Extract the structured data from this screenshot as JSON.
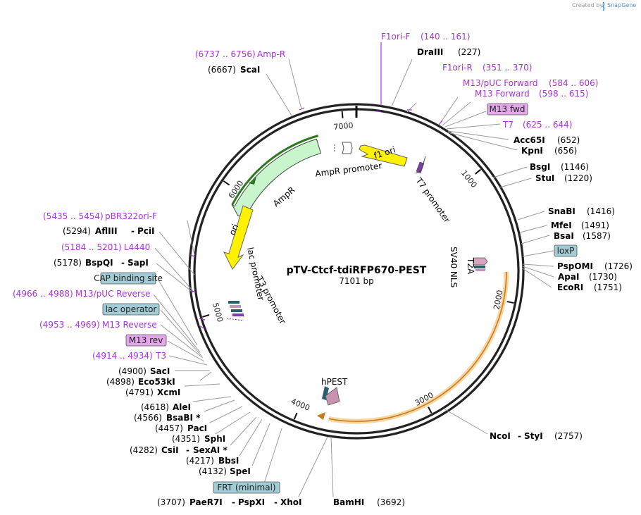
{
  "credit": {
    "prefix": "Created by",
    "brand": "SnapGene"
  },
  "plasmid": {
    "name": "pTV-Ctcf-tdiRFP670-PEST",
    "length": "7101 bp",
    "total_bp": 7101
  },
  "colors": {
    "primer": "#a833d6",
    "backbone": "#222222",
    "ampr": "#c8f5cc",
    "ori": "#fff200",
    "pest": "#c793b1",
    "t2a": "#d7a3c0",
    "nls": "#2a5f73",
    "cds_highlight": "#f7d7a3",
    "box_feature": "#a3cdd6",
    "box_primer": "#e3a8e8"
  },
  "ticks": [
    "1000",
    "2000",
    "3000",
    "4000",
    "5000",
    "6000",
    "7000"
  ],
  "labels": [
    {
      "name": "F1ori-F",
      "range": "(140 .. 161)",
      "kind": "primer"
    },
    {
      "name": "DraIII",
      "pos": "(227)",
      "kind": "enzyme"
    },
    {
      "name": "F1ori-R",
      "range": "(351 .. 370)",
      "kind": "primer"
    },
    {
      "name": "M13/pUC Forward",
      "range": "(584 .. 606)",
      "kind": "primer"
    },
    {
      "name": "M13 Forward",
      "range": "(598 .. 615)",
      "kind": "primer"
    },
    {
      "name": "M13 fwd",
      "kind": "box_primer"
    },
    {
      "name": "T7",
      "range": "(625 .. 644)",
      "kind": "primer"
    },
    {
      "name": "Acc65I",
      "pos": "(652)",
      "kind": "enzyme"
    },
    {
      "name": "KpnI",
      "pos": "(656)",
      "kind": "enzyme"
    },
    {
      "name": "BsgI",
      "pos": "(1146)",
      "kind": "enzyme"
    },
    {
      "name": "StuI",
      "pos": "(1220)",
      "kind": "enzyme"
    },
    {
      "name": "SnaBI",
      "pos": "(1416)",
      "kind": "enzyme"
    },
    {
      "name": "MfeI",
      "pos": "(1491)",
      "kind": "enzyme"
    },
    {
      "name": "BsaI",
      "pos": "(1587)",
      "kind": "enzyme"
    },
    {
      "name": "loxP",
      "kind": "box_feature"
    },
    {
      "name": "PspOMI",
      "pos": "(1726)",
      "kind": "enzyme"
    },
    {
      "name": "ApaI",
      "pos": "(1730)",
      "kind": "enzyme"
    },
    {
      "name": "EcoRI",
      "pos": "(1751)",
      "kind": "enzyme"
    },
    {
      "name": "NcoI - StyI",
      "pos": "(2757)",
      "kind": "enzyme"
    },
    {
      "name": "BamHI",
      "pos": "(3692)",
      "kind": "enzyme"
    },
    {
      "name": "PaeR7I - PspXI - XhoI",
      "pos": "(3707)",
      "kind": "enzyme"
    },
    {
      "name": "FRT (minimal)",
      "kind": "box_feature"
    },
    {
      "name": "SpeI",
      "pos": "(4132)",
      "kind": "enzyme"
    },
    {
      "name": "BbsI",
      "pos": "(4217)",
      "kind": "enzyme"
    },
    {
      "name": "CsiI - SexAI *",
      "pos": "(4282)",
      "kind": "enzyme"
    },
    {
      "name": "SphI",
      "pos": "(4351)",
      "kind": "enzyme"
    },
    {
      "name": "PacI",
      "pos": "(4457)",
      "kind": "enzyme"
    },
    {
      "name": "BsaBI *",
      "pos": "(4566)",
      "kind": "enzyme"
    },
    {
      "name": "AleI",
      "pos": "(4618)",
      "kind": "enzyme"
    },
    {
      "name": "XcmI",
      "pos": "(4791)",
      "kind": "enzyme"
    },
    {
      "name": "Eco53kI",
      "pos": "(4898)",
      "kind": "enzyme"
    },
    {
      "name": "SacI",
      "pos": "(4900)",
      "kind": "enzyme"
    },
    {
      "name": "T3",
      "range": "(4914 .. 4934)",
      "kind": "primer"
    },
    {
      "name": "M13 rev",
      "kind": "box_primer"
    },
    {
      "name": "M13 Reverse",
      "range": "(4953 .. 4969)",
      "kind": "primer"
    },
    {
      "name": "lac operator",
      "kind": "box_feature"
    },
    {
      "name": "M13/pUC Reverse",
      "range": "(4966 .. 4988)",
      "kind": "primer"
    },
    {
      "name": "CAP binding site",
      "kind": "box_feature"
    },
    {
      "name": "SapI",
      "pos": "(5178)",
      "kind": "enzyme"
    },
    {
      "name": "BspQI",
      "kind": "enzyme"
    },
    {
      "name": "L4440",
      "range": "(5184 .. 5201)",
      "kind": "primer"
    },
    {
      "name": "AflIII - PciI",
      "pos": "(5294)",
      "kind": "enzyme"
    },
    {
      "name": "pBR322ori-F",
      "range": "(5435 .. 5454)",
      "kind": "primer"
    },
    {
      "name": "ScaI",
      "pos": "(6667)",
      "kind": "enzyme"
    },
    {
      "name": "Amp-R",
      "range": "(6737 .. 6756)",
      "kind": "primer"
    }
  ],
  "features": {
    "ampr": "AmpR",
    "ampr_promoter": "AmpR promoter",
    "f1_ori": "f1 ori",
    "t7_promoter": "T7 promoter",
    "ori": "ori",
    "lac_promoter": "lac promoter",
    "t3_promoter": "T3 promoter",
    "t2a": "T2A",
    "sv40_nls": "SV40 NLS",
    "hpest": "hPEST"
  },
  "t": {
    "credit_prefix": "Created by",
    "credit_brand": "SnapGene",
    "f1orif_name": "F1ori-F",
    "f1orif_range": "(140 .. 161)",
    "draiii_name": "DraIII",
    "draiii_pos": "(227)",
    "f1orir_name": "F1ori-R",
    "f1orir_range": "(351 .. 370)",
    "m13puc_name": "M13/pUC Forward",
    "m13puc_range": "(584 .. 606)",
    "m13f_name": "M13 Forward",
    "m13f_range": "(598 .. 615)",
    "m13fwd_box": "M13 fwd",
    "t7_name": "T7",
    "t7_range": "(625 .. 644)",
    "acc65i_name": "Acc65I",
    "acc65i_pos": "(652)",
    "kpni_name": "KpnI",
    "kpni_pos": "(656)",
    "bsgi_name": "BsgI",
    "bsgi_pos": "(1146)",
    "stui_name": "StuI",
    "stui_pos": "(1220)",
    "snabi_name": "SnaBI",
    "snabi_pos": "(1416)",
    "mfei_name": "MfeI",
    "mfei_pos": "(1491)",
    "bsai_name": "BsaI",
    "bsai_pos": "(1587)",
    "loxp_box": "loxP",
    "pspomi_name": "PspOMI",
    "pspomi_pos": "(1726)",
    "apai_name": "ApaI",
    "apai_pos": "(1730)",
    "ecori_name": "EcoRI",
    "ecori_pos": "(1751)",
    "ncoi_name": "NcoI",
    "styi_name": "StyI",
    "ncoi_pos": "(2757)",
    "bamhi_name": "BamHI",
    "bamhi_pos": "(3692)",
    "paer7i_pos": "(3707)",
    "paer7i_name": "PaeR7I",
    "pspxi_name": "PspXI",
    "xhoi_name": "XhoI",
    "frt_box": "FRT (minimal)",
    "spei_pos": "(4132)",
    "spei_name": "SpeI",
    "bbsi_pos": "(4217)",
    "bbsi_name": "BbsI",
    "csii_pos": "(4282)",
    "csii_name": "CsiI",
    "sexai_name": "SexAI *",
    "sphi_pos": "(4351)",
    "sphi_name": "SphI",
    "paci_pos": "(4457)",
    "paci_name": "PacI",
    "bsabi_pos": "(4566)",
    "bsabi_name": "BsaBI *",
    "alei_pos": "(4618)",
    "alei_name": "AleI",
    "xcmi_pos": "(4791)",
    "xcmi_name": "XcmI",
    "eco53ki_pos": "(4898)",
    "eco53ki_name": "Eco53kI",
    "saci_pos": "(4900)",
    "saci_name": "SacI",
    "t3_range": "(4914 .. 4934)",
    "t3_name": "T3",
    "m13rev_box": "M13 rev",
    "m13r_range": "(4953 .. 4969)",
    "m13r_name": "M13 Reverse",
    "lacop_box": "lac operator",
    "m13pucr_range": "(4966 .. 4988)",
    "m13pucr_name": "M13/pUC Reverse",
    "cap_box": "CAP binding site",
    "sapi_pos": "(5178)",
    "bspqi_name": "BspQI",
    "sapi_name": "SapI",
    "l4440_range": "(5184 .. 5201)",
    "l4440_name": "L4440",
    "afliii_pos": "(5294)",
    "afliii_name": "AflIII",
    "pcii_name": "PciI",
    "pbr_range": "(5435 .. 5454)",
    "pbr_name": "pBR322ori-F",
    "scai_pos": "(6667)",
    "scai_name": "ScaI",
    "ampr_range": "(6737 .. 6756)",
    "ampr_primer_name": "Amp-R",
    "dash": "-"
  }
}
